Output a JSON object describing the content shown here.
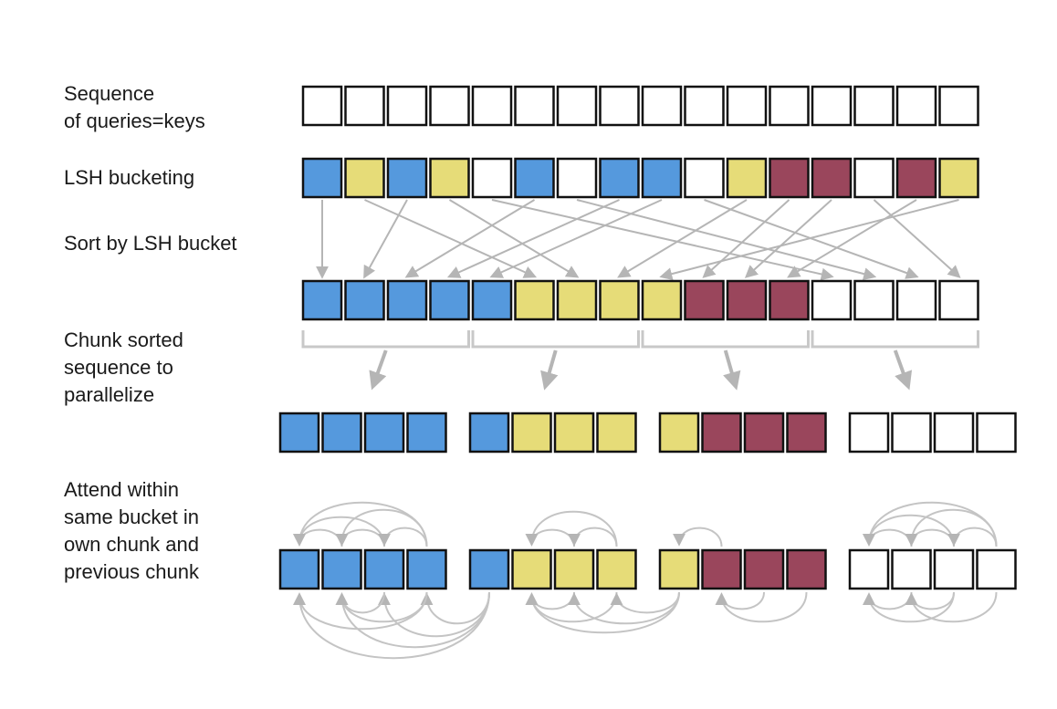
{
  "labels": {
    "sequence": [
      "Sequence",
      "of queries=keys"
    ],
    "bucketing": [
      "LSH bucketing"
    ],
    "sort": [
      "Sort by LSH bucket"
    ],
    "chunk": [
      "Chunk sorted",
      "sequence to",
      "parallelize"
    ],
    "attend": [
      "Attend within",
      "same bucket in",
      "own chunk and",
      "previous chunk"
    ]
  },
  "colors": {
    "blue": "#5599dd",
    "yellow": "#e6dc78",
    "maroon": "#9a465c",
    "white": "#ffffff",
    "stroke": "#111111",
    "arrow": "#b5b5b5"
  },
  "rows": {
    "sequence": [
      "white",
      "white",
      "white",
      "white",
      "white",
      "white",
      "white",
      "white",
      "white",
      "white",
      "white",
      "white",
      "white",
      "white",
      "white",
      "white"
    ],
    "bucketed": [
      "blue",
      "yellow",
      "blue",
      "yellow",
      "white",
      "blue",
      "white",
      "blue",
      "blue",
      "white",
      "yellow",
      "maroon",
      "maroon",
      "white",
      "maroon",
      "yellow"
    ],
    "sorted": [
      "blue",
      "blue",
      "blue",
      "blue",
      "blue",
      "yellow",
      "yellow",
      "yellow",
      "yellow",
      "maroon",
      "maroon",
      "maroon",
      "white",
      "white",
      "white",
      "white"
    ],
    "chunks": [
      [
        "blue",
        "blue",
        "blue",
        "blue"
      ],
      [
        "blue",
        "yellow",
        "yellow",
        "yellow"
      ],
      [
        "yellow",
        "maroon",
        "maroon",
        "maroon"
      ],
      [
        "white",
        "white",
        "white",
        "white"
      ]
    ]
  }
}
